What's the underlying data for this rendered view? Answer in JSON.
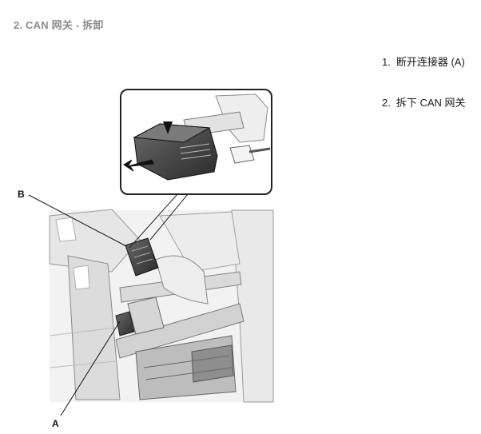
{
  "header": {
    "title": "2. CAN 网关 - 拆卸"
  },
  "steps": [
    {
      "num": "1.",
      "text": "断开连接器 (A)"
    },
    {
      "num": "2.",
      "text": "拆下 CAN 网关"
    }
  ],
  "illustration": {
    "callouts": {
      "a": "A",
      "b": "B"
    }
  }
}
